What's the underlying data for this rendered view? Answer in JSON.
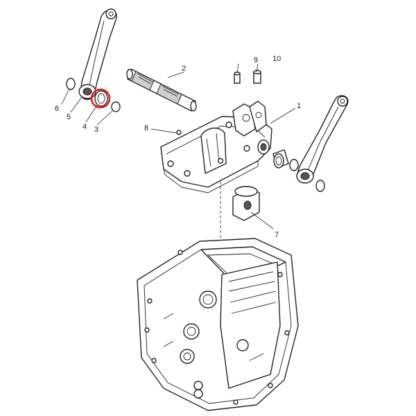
{
  "diagram": {
    "callouts": [
      {
        "id": "1",
        "text": "1"
      },
      {
        "id": "2",
        "text": "2"
      },
      {
        "id": "3",
        "text": "3"
      },
      {
        "id": "4",
        "text": "4"
      },
      {
        "id": "5",
        "text": "5"
      },
      {
        "id": "6",
        "text": "6"
      },
      {
        "id": "7",
        "text": "7"
      },
      {
        "id": "8",
        "text": "8"
      },
      {
        "id": "9",
        "text": "9"
      },
      {
        "id": "10",
        "text": "10"
      }
    ],
    "highlight": {
      "part": "4",
      "color": "#e02020"
    }
  }
}
